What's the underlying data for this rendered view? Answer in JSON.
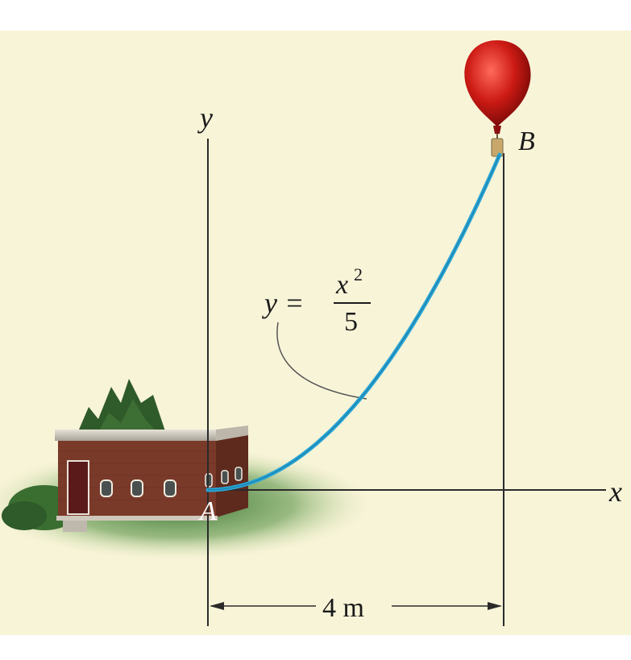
{
  "labels": {
    "y_axis": "y",
    "x_axis": "x",
    "point_a": "A",
    "point_b": "B",
    "eq_lhs": "y =",
    "eq_num_base": "x",
    "eq_num_exp": "2",
    "eq_den": "5",
    "dimension": "4 m"
  },
  "colors": {
    "background": "#f8f4d8",
    "cable": "#2aa6d6",
    "balloon": "#cc1a14",
    "brick": "#7a3a2a",
    "foliage": "#2f5a2a"
  },
  "icons": [
    "balloon-icon",
    "building-icon",
    "tree-icon"
  ]
}
